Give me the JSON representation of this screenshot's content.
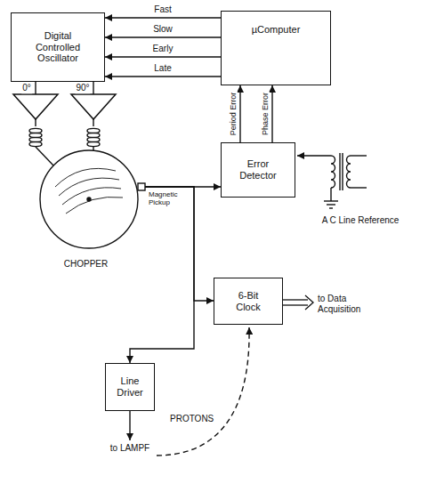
{
  "diagram": {
    "nodes": [
      {
        "text": [
          "Digital Controlled Oscillator"
        ]
      },
      {
        "text": [
          "µComputer"
        ]
      },
      {
        "text": [
          "Error Detector"
        ]
      },
      {
        "text": [
          "CHOPPER"
        ]
      },
      {
        "text": [
          "6-Bit Clock"
        ]
      },
      {
        "text": [
          "Line Driver"
        ]
      }
    ],
    "edges": [
      {
        "from": 1,
        "to": 0,
        "arrow": "to",
        "label": "Fast"
      },
      {
        "from": 1,
        "to": 0,
        "arrow": "to",
        "label": "Slow"
      },
      {
        "from": 1,
        "to": 0,
        "arrow": "to",
        "label": "Early"
      },
      {
        "from": 1,
        "to": 0,
        "arrow": "to",
        "label": "Late"
      },
      {
        "from": 2,
        "to": 1,
        "arrow": "to",
        "label": "Period Error"
      },
      {
        "from": 2,
        "to": 1,
        "arrow": "to",
        "label": "Phase Error"
      },
      {
        "from": 0,
        "to": 3,
        "arrow": "none",
        "label": "0°"
      },
      {
        "from": 0,
        "to": 3,
        "arrow": "none",
        "label": "90°"
      },
      {
        "from": 3,
        "to": 2,
        "arrow": "to"
      },
      {
        "from": 3,
        "to": 4,
        "arrow": "to"
      },
      {
        "from": 3,
        "to": 5,
        "arrow": "to"
      }
    ],
    "labels": [
      "Magnetic Pickup",
      "A C Line Reference",
      "to Data Acquisition",
      "PROTONS",
      "to LAMPF"
    ]
  }
}
